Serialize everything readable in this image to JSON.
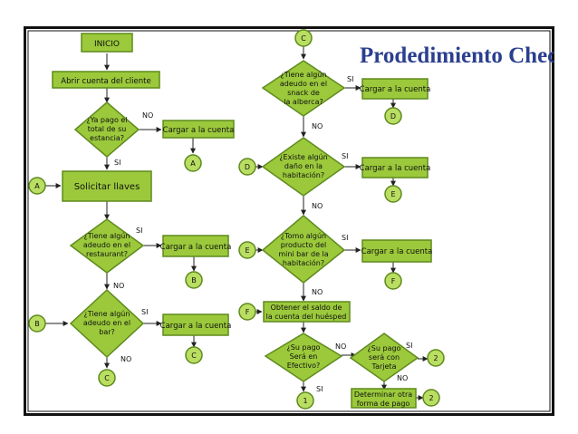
{
  "title": "Prodedimiento Check out",
  "colors": {
    "box_fill": "#9bc93b",
    "box_stroke": "#5e8a1d",
    "circle_fill": "#b9de62",
    "border": "#111111",
    "title": "#2b3f8f"
  },
  "left": {
    "inicio": "INICIO",
    "abrir": "Abrir cuenta del cliente",
    "d1": [
      "¿Ya pago el",
      "total de su",
      "estancia?"
    ],
    "d1_no": "NO",
    "d1_si": "SI",
    "cargar1": "Cargar a la cuenta",
    "conn_a_out": "A",
    "conn_a_in": "A",
    "solicitar": "Solicitar llaves",
    "d2": [
      "¿Tiene algún",
      "adeudo en el",
      "restaurant?"
    ],
    "d2_si": "SI",
    "d2_no": "NO",
    "cargar2": "Cargar a la cuenta",
    "conn_b_out": "B",
    "conn_b_in": "B",
    "d3": [
      "¿Tiene algún",
      "adeudo en el",
      "bar?"
    ],
    "d3_si": "SI",
    "d3_no": "NO",
    "cargar3": "Cargar a la cuenta",
    "conn_c_out1": "C",
    "conn_c_out2": "C"
  },
  "right": {
    "conn_c_in": "C",
    "d4": [
      "¿Tiene algún",
      "adeudo en el",
      "snack de",
      "la alberca?"
    ],
    "d4_si": "SI",
    "d4_no": "NO",
    "cargar4": "Cargar a la cuenta",
    "conn_d_out": "D",
    "conn_d_in": "D",
    "d5": [
      "¿Existe algún",
      "daño en la",
      "habitación?"
    ],
    "d5_si": "SI",
    "d5_no": "NO",
    "cargar5": "Cargar a la cuenta",
    "conn_e_out": "E",
    "conn_e_in": "E",
    "d6": [
      "¿Tomo algún",
      "producto del",
      "mini bar de la",
      "habitación?"
    ],
    "d6_si": "SI",
    "d6_no": "NO",
    "cargar6": "Cargar a la cuenta",
    "conn_f_out": "F",
    "conn_f_in": "F",
    "obtener": [
      "Obtener el saldo de",
      "la cuenta del huésped"
    ],
    "d7": [
      "¿Su pago",
      "Será en",
      "Efectivo?"
    ],
    "d7_no": "NO",
    "d7_si": "SI",
    "conn_1": "1",
    "d8": [
      "¿Su pago",
      "será con",
      "Tarjeta"
    ],
    "d8_si": "SI",
    "d8_no": "NO",
    "conn_2a": "2",
    "determinar": [
      "Determinar otra",
      "forma de pago"
    ],
    "conn_2b": "2"
  }
}
